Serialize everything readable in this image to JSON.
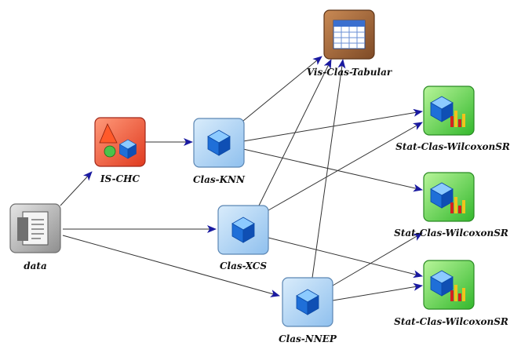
{
  "nodes": {
    "data": {
      "label": "data",
      "icon": "document-icon"
    },
    "is_chc": {
      "label": "IS-CHC",
      "icon": "instance-selection-icon"
    },
    "clas_knn": {
      "label": "Clas-KNN",
      "icon": "cube-icon"
    },
    "clas_xcs": {
      "label": "Clas-XCS",
      "icon": "cube-icon"
    },
    "clas_nnep": {
      "label": "Clas-NNEP",
      "icon": "cube-icon"
    },
    "vis_tabular": {
      "label": "Vis-Clas-Tabular",
      "icon": "table-icon"
    },
    "stat_1": {
      "label": "Stat-Clas-WilcoxonSR",
      "icon": "stat-chart-icon"
    },
    "stat_2": {
      "label": "Stat-Clas-WilcoxonSR",
      "icon": "stat-chart-icon"
    },
    "stat_3": {
      "label": "Stat-Clas-WilcoxonSR",
      "icon": "stat-chart-icon"
    }
  },
  "colors": {
    "arrow": "#1a1aa0",
    "line": "#333333",
    "method_red": "#e0452a",
    "algo_blue": "#3a85d6",
    "vis_brown": "#9a6238",
    "stat_green": "#3fc437",
    "data_gray": "#9a9a9a"
  }
}
